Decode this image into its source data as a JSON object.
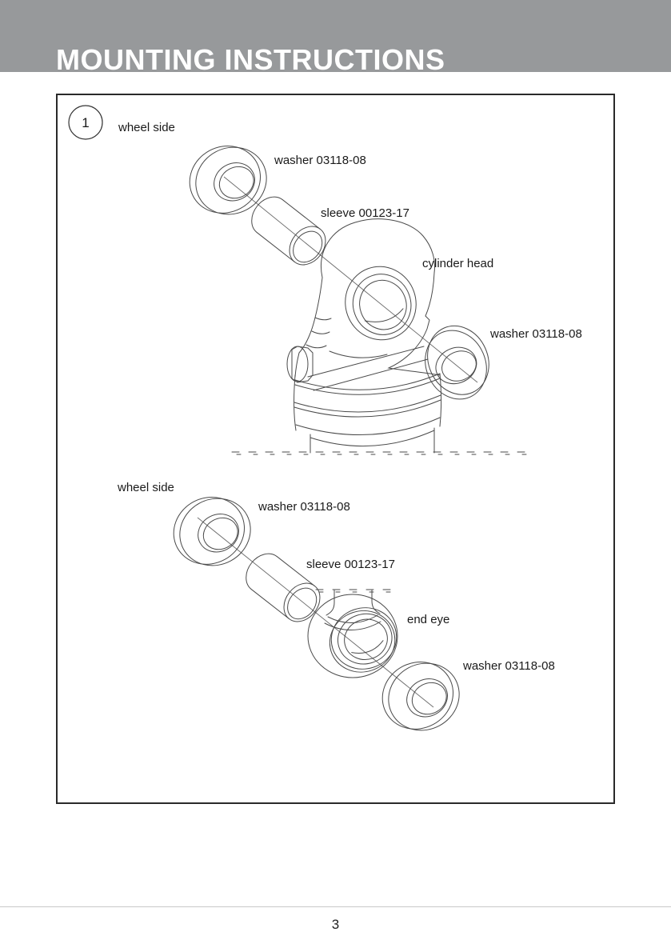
{
  "header": {
    "title": "MOUNTING INSTRUCTIONS"
  },
  "footer": {
    "page_number": "3"
  },
  "colors": {
    "header_bg": "#97999b",
    "header_text": "#ffffff",
    "line_art": "#4a4a4a",
    "panel_border": "#2a2a2a",
    "footer_rule": "#c9c9c9"
  },
  "diagram": {
    "step_number": "1",
    "group1": {
      "side_label": "wheel side",
      "washer_left": "washer 03118-08",
      "sleeve": "sleeve 00123-17",
      "part": "cylinder head",
      "washer_right": "washer 03118-08"
    },
    "group2": {
      "side_label": "wheel side",
      "washer_left": "washer 03118-08",
      "sleeve": "sleeve 00123-17",
      "part": "end eye",
      "washer_right": "washer 03118-08"
    }
  }
}
